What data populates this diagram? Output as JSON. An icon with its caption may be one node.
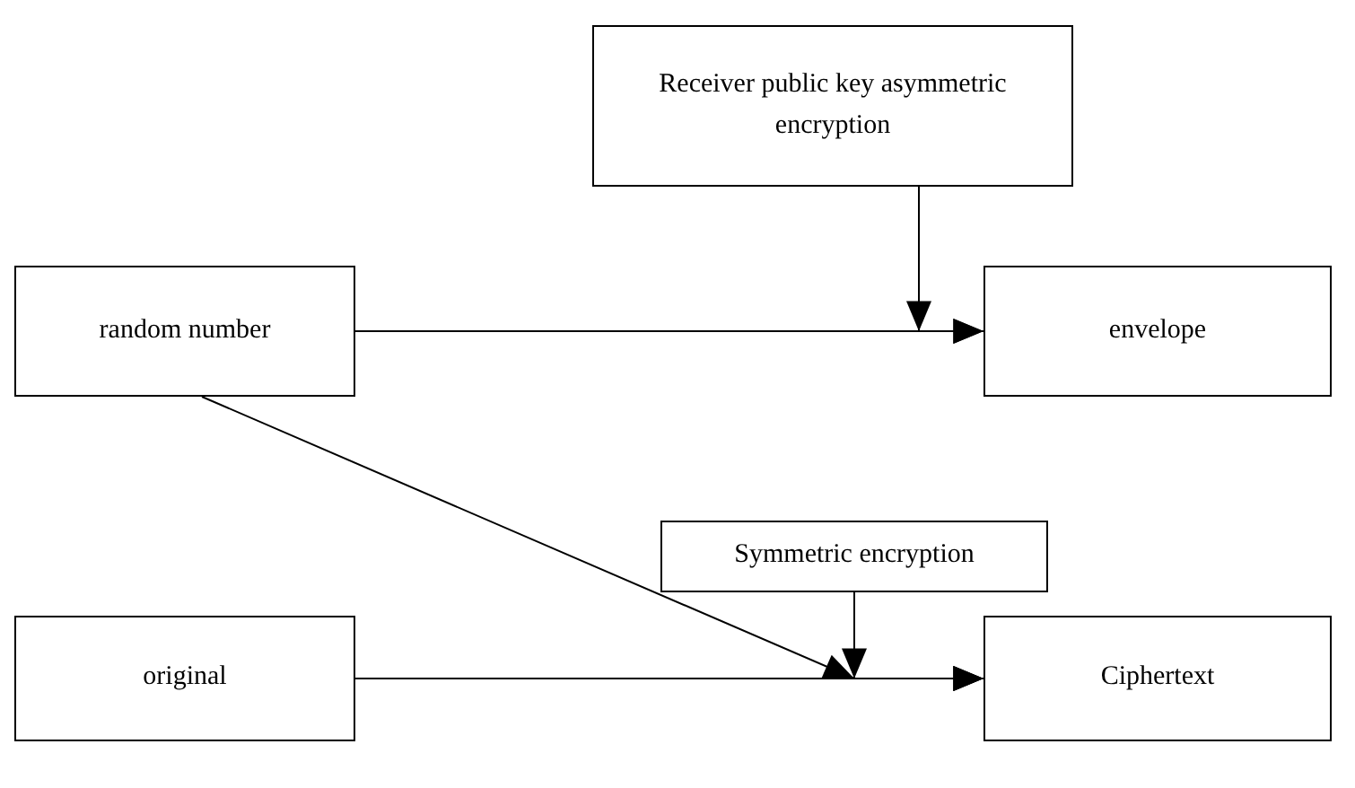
{
  "diagram": {
    "nodes": [
      {
        "text": [
          "Receiver public key asymmetric encryption"
        ]
      },
      {
        "text": [
          "random number"
        ]
      },
      {
        "text": [
          "envelope"
        ]
      },
      {
        "text": [
          "Symmetric encryption"
        ]
      },
      {
        "text": [
          "original"
        ]
      },
      {
        "text": [
          "Ciphertext"
        ]
      }
    ],
    "edges": [
      {
        "from": 1,
        "to": 2,
        "arrow": "to"
      },
      {
        "from": 0,
        "to": 2,
        "arrow": "to"
      },
      {
        "from": 4,
        "to": 5,
        "arrow": "to"
      },
      {
        "from": 3,
        "to": 5,
        "arrow": "to"
      },
      {
        "from": 1,
        "to": 5,
        "arrow": "to"
      }
    ]
  }
}
